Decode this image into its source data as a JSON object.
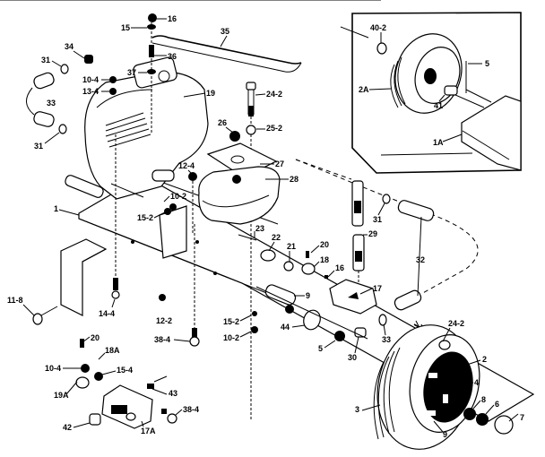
{
  "diagram": {
    "title": "Log splitter exploded parts diagram",
    "labels": [
      {
        "id": "16",
        "text": "16"
      },
      {
        "id": "15",
        "text": "15"
      },
      {
        "id": "35",
        "text": "35"
      },
      {
        "id": "34",
        "text": "34"
      },
      {
        "id": "31a",
        "text": "31"
      },
      {
        "id": "36",
        "text": "36"
      },
      {
        "id": "37",
        "text": "37"
      },
      {
        "id": "10-4a",
        "text": "10-4"
      },
      {
        "id": "13-4",
        "text": "13-4"
      },
      {
        "id": "33",
        "text": "33"
      },
      {
        "id": "19",
        "text": "19"
      },
      {
        "id": "24-2top",
        "text": "24-2"
      },
      {
        "id": "31b",
        "text": "31"
      },
      {
        "id": "26",
        "text": "26"
      },
      {
        "id": "25-2",
        "text": "25-2"
      },
      {
        "id": "27",
        "text": "27"
      },
      {
        "id": "12-4",
        "text": "12-4"
      },
      {
        "id": "28",
        "text": "28"
      },
      {
        "id": "10-2a",
        "text": "10-2"
      },
      {
        "id": "1",
        "text": "1"
      },
      {
        "id": "15-2a",
        "text": "15-2"
      },
      {
        "id": "23",
        "text": "23"
      },
      {
        "id": "22",
        "text": "22"
      },
      {
        "id": "21",
        "text": "21"
      },
      {
        "id": "20a",
        "text": "20"
      },
      {
        "id": "18",
        "text": "18"
      },
      {
        "id": "16b",
        "text": "16"
      },
      {
        "id": "31c",
        "text": "31"
      },
      {
        "id": "29",
        "text": "29"
      },
      {
        "id": "32",
        "text": "32"
      },
      {
        "id": "17",
        "text": "17"
      },
      {
        "id": "9",
        "text": "9"
      },
      {
        "id": "11-8",
        "text": "11-8"
      },
      {
        "id": "14-4",
        "text": "14-4"
      },
      {
        "id": "12-2",
        "text": "12-2"
      },
      {
        "id": "15-2b",
        "text": "15-2"
      },
      {
        "id": "10-2b",
        "text": "10-2"
      },
      {
        "id": "44",
        "text": "44"
      },
      {
        "id": "5",
        "text": "5"
      },
      {
        "id": "30",
        "text": "30"
      },
      {
        "id": "33b",
        "text": "33"
      },
      {
        "id": "24-2b",
        "text": "24-2"
      },
      {
        "id": "38-4a",
        "text": "38-4"
      },
      {
        "id": "20b",
        "text": "20"
      },
      {
        "id": "18A",
        "text": "18A"
      },
      {
        "id": "10-4b",
        "text": "10-4"
      },
      {
        "id": "15-4",
        "text": "15-4"
      },
      {
        "id": "19A",
        "text": "19A"
      },
      {
        "id": "43",
        "text": "43"
      },
      {
        "id": "38-4b",
        "text": "38-4"
      },
      {
        "id": "42",
        "text": "42"
      },
      {
        "id": "17A",
        "text": "17A"
      },
      {
        "id": "2",
        "text": "2"
      },
      {
        "id": "4",
        "text": "4"
      },
      {
        "id": "8",
        "text": "8"
      },
      {
        "id": "6",
        "text": "6"
      },
      {
        "id": "7",
        "text": "7"
      },
      {
        "id": "3",
        "text": "3"
      },
      {
        "id": "9b",
        "text": "9"
      }
    ],
    "inset": {
      "labels": [
        {
          "id": "40-2",
          "text": "40-2"
        },
        {
          "id": "5i",
          "text": "5"
        },
        {
          "id": "2A",
          "text": "2A"
        },
        {
          "id": "41",
          "text": "41"
        },
        {
          "id": "1A",
          "text": "1A"
        }
      ]
    }
  }
}
